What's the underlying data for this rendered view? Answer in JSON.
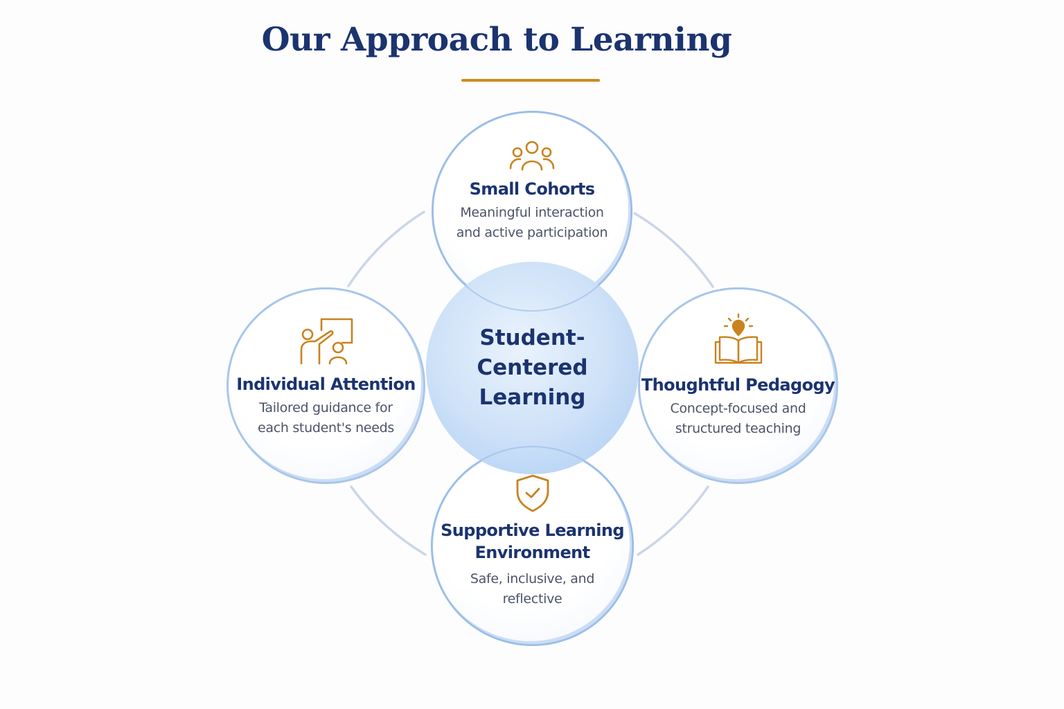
{
  "header": {
    "title": "Our Approach to Learning",
    "underline_color": "#d08a1c"
  },
  "colors": {
    "title_navy": "#1b336f",
    "accent_gold": "#c9821e",
    "circle_border": "#a7c6ea",
    "center_fill": "#cfe2f8",
    "ring_line": "#cbd6e6",
    "description_gray": "#4a5468"
  },
  "center": {
    "label_line1": "Student-",
    "label_line2": "Centered",
    "label_line3": "Learning"
  },
  "nodes": {
    "top": {
      "icon": "people-group-icon",
      "heading": "Small Cohorts",
      "desc_line1": "Meaningful interaction",
      "desc_line2": "and active participation"
    },
    "left": {
      "icon": "teacher-board-icon",
      "heading": "Individual Attention",
      "desc_line1": "Tailored guidance for",
      "desc_line2": "each student's needs"
    },
    "right": {
      "icon": "book-lightbulb-icon",
      "heading": "Thoughtful Pedagogy",
      "desc_line1": "Concept-focused and",
      "desc_line2": "structured teaching"
    },
    "bottom": {
      "icon": "shield-check-icon",
      "heading_line1": "Supportive Learning",
      "heading_line2": "Environment",
      "desc_line1": "Safe, inclusive, and",
      "desc_line2": "reflective"
    }
  }
}
